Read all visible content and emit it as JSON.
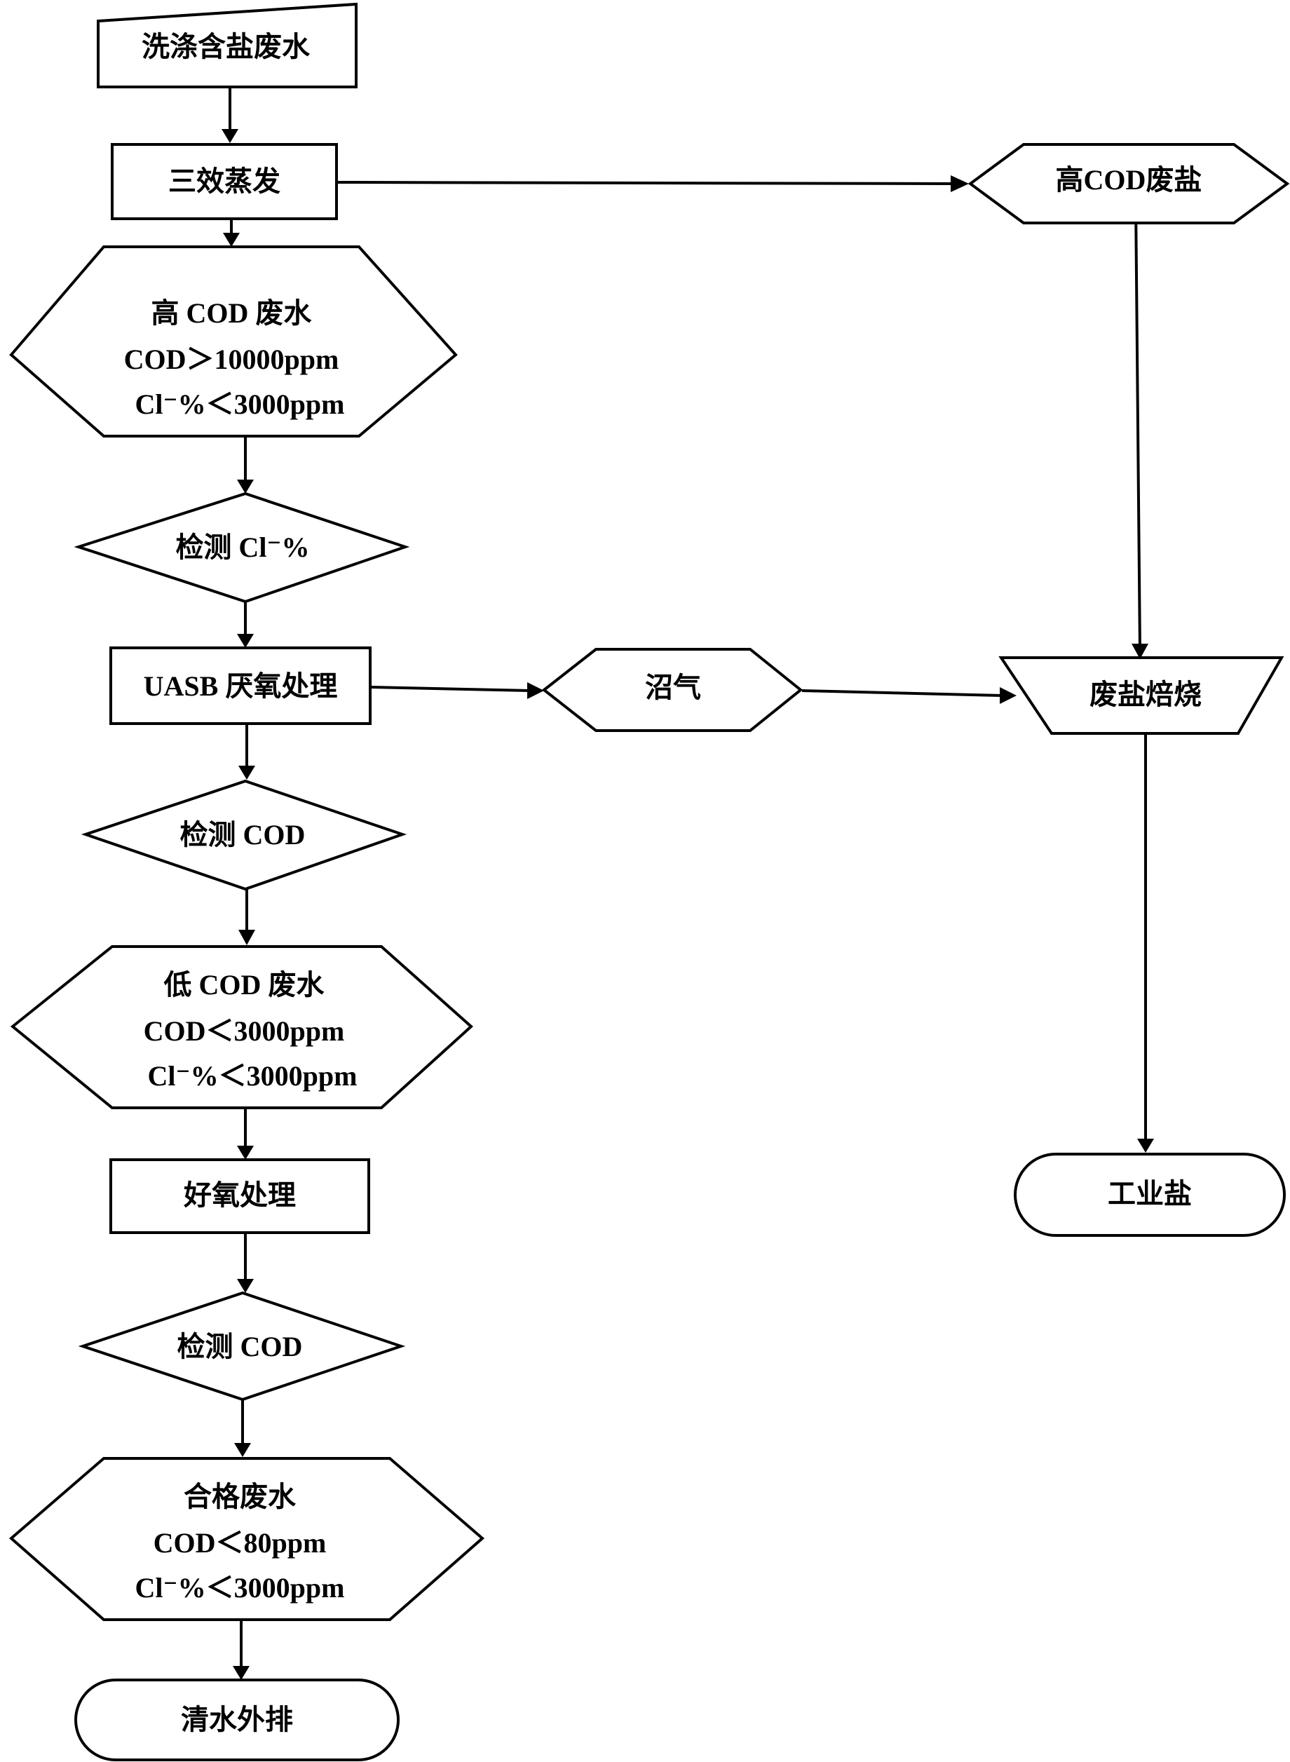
{
  "nodes": {
    "wash_wastewater": {
      "label": "洗涤含盐废水"
    },
    "triple_evaporation": {
      "label": "三效蒸发"
    },
    "high_cod_salt": {
      "label": "高COD废盐"
    },
    "high_cod_wastewater": {
      "lines": [
        "高 COD 废水",
        "COD＞10000ppm",
        "Cl⁻%＜3000ppm"
      ]
    },
    "detect_cl": {
      "label": "检测 Cl⁻%"
    },
    "uasb": {
      "label": "UASB 厌氧处理"
    },
    "biogas": {
      "label": "沼气"
    },
    "salt_roasting": {
      "label": "废盐焙烧"
    },
    "detect_cod_1": {
      "label": "检测 COD"
    },
    "low_cod_wastewater": {
      "lines": [
        "低 COD 废水",
        "COD＜3000ppm",
        "Cl⁻%＜3000ppm"
      ]
    },
    "aerobic": {
      "label": "好氧处理"
    },
    "industrial_salt": {
      "label": "工业盐"
    },
    "detect_cod_2": {
      "label": "检测 COD"
    },
    "qualified_wastewater": {
      "lines": [
        "合格废水",
        "COD＜80ppm",
        "Cl⁻%＜3000ppm"
      ]
    },
    "discharge": {
      "label": "清水外排"
    }
  },
  "edges": [
    {
      "from": "wash_wastewater",
      "to": "triple_evaporation"
    },
    {
      "from": "triple_evaporation",
      "to": "high_cod_salt"
    },
    {
      "from": "triple_evaporation",
      "to": "high_cod_wastewater"
    },
    {
      "from": "high_cod_salt",
      "to": "salt_roasting"
    },
    {
      "from": "high_cod_wastewater",
      "to": "detect_cl"
    },
    {
      "from": "detect_cl",
      "to": "uasb"
    },
    {
      "from": "uasb",
      "to": "biogas"
    },
    {
      "from": "biogas",
      "to": "salt_roasting"
    },
    {
      "from": "uasb",
      "to": "detect_cod_1"
    },
    {
      "from": "salt_roasting",
      "to": "industrial_salt"
    },
    {
      "from": "detect_cod_1",
      "to": "low_cod_wastewater"
    },
    {
      "from": "low_cod_wastewater",
      "to": "aerobic"
    },
    {
      "from": "aerobic",
      "to": "detect_cod_2"
    },
    {
      "from": "detect_cod_2",
      "to": "qualified_wastewater"
    },
    {
      "from": "qualified_wastewater",
      "to": "discharge"
    }
  ]
}
